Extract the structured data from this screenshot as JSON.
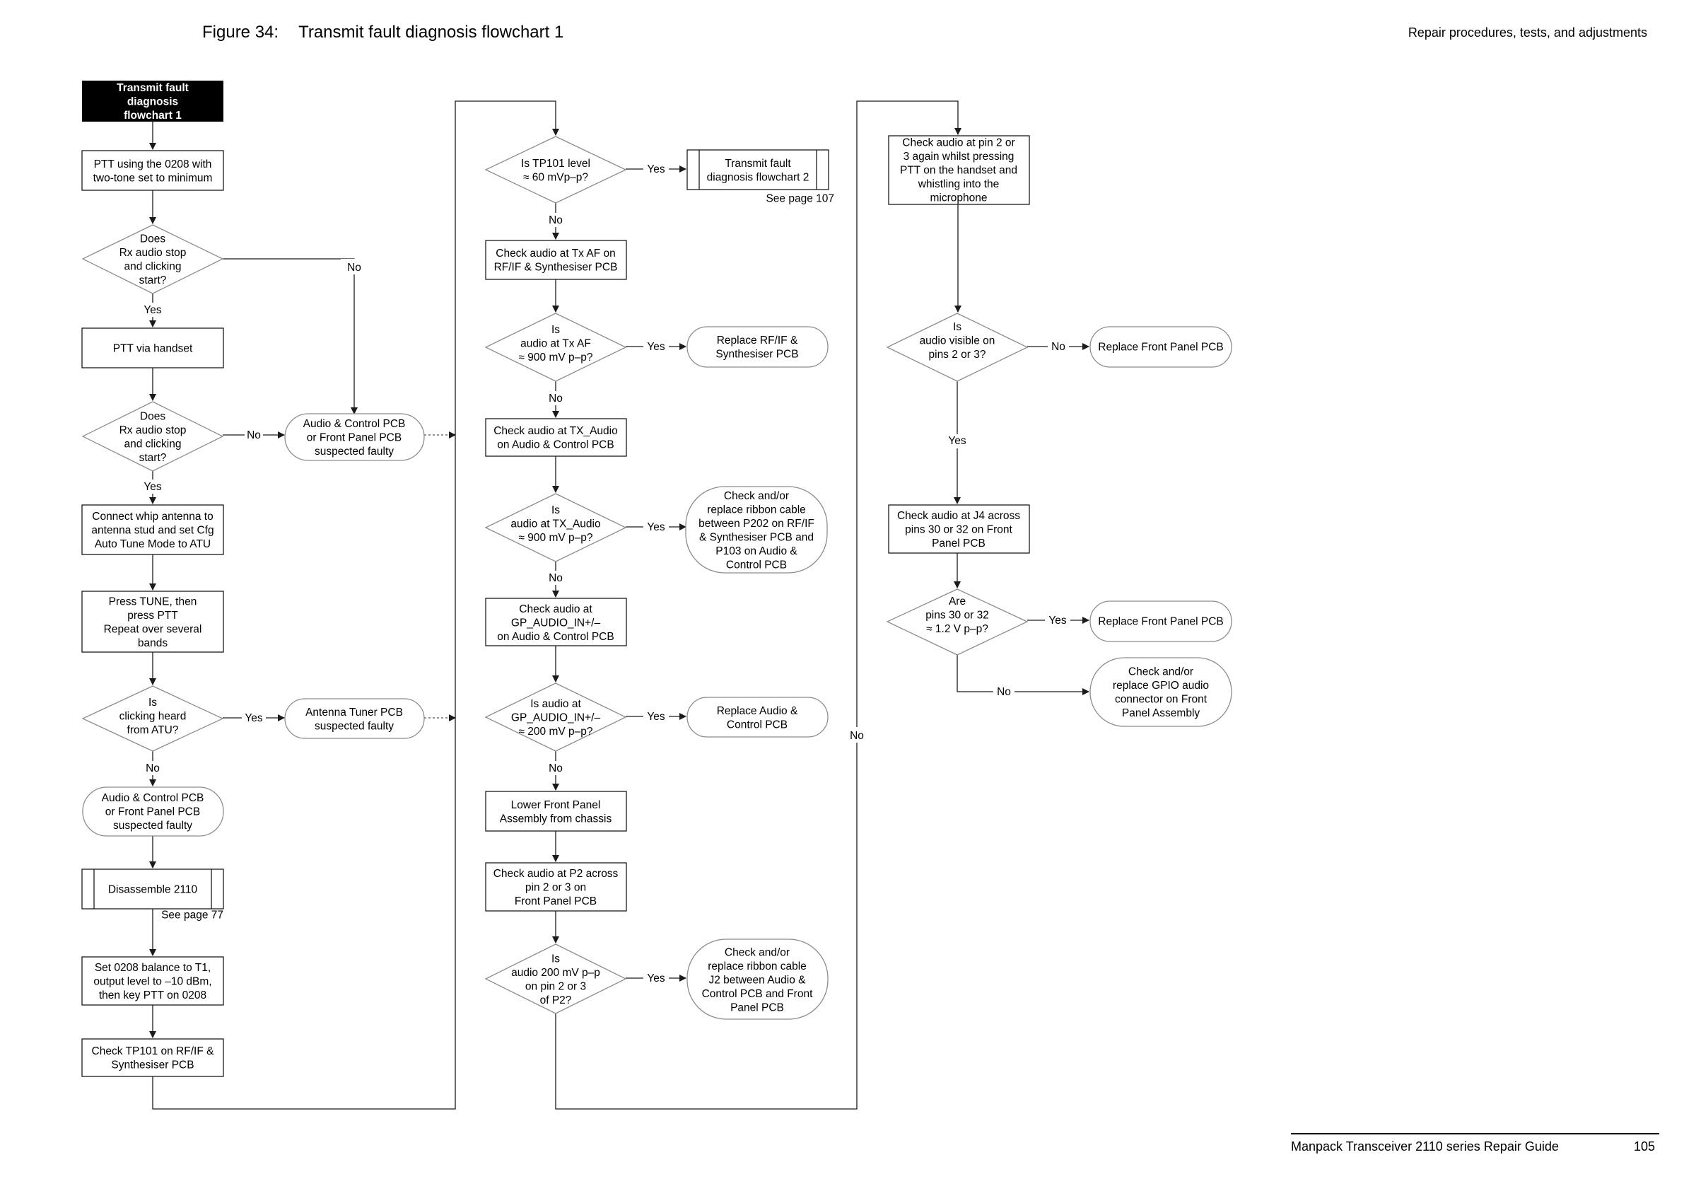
{
  "header": {
    "figure_number": "Figure 34:",
    "figure_title": "Transmit fault diagnosis flowchart 1",
    "section": "Repair procedures, tests, and adjustments"
  },
  "footer": {
    "guide_title": "Manpack Transceiver 2110 series Repair Guide",
    "page_number": "105"
  },
  "flowchart": {
    "nodes": {
      "start": [
        "Transmit fault",
        "diagnosis",
        "flowchart 1"
      ],
      "ptt_0208": [
        "PTT using the 0208 with",
        "two-tone set to minimum"
      ],
      "dec_rx_stop_1": [
        "Does",
        "Rx audio stop",
        "and clicking",
        "start?"
      ],
      "ptt_handset": [
        "PTT via handset"
      ],
      "dec_rx_stop_2": [
        "Does",
        "Rx audio stop",
        "and clicking",
        "start?"
      ],
      "audio_ctrl_faulty_1": [
        "Audio & Control PCB",
        "or Front Panel PCB",
        "suspected faulty"
      ],
      "connect_whip": [
        "Connect whip antenna to",
        "antenna stud and set Cfg",
        "Auto Tune Mode to |ATU|"
      ],
      "press_tune": [
        "Press |TUNE|, then",
        "press PTT",
        "Repeat over several",
        "bands"
      ],
      "dec_clicking": [
        "Is",
        "clicking heard",
        "from ATU?"
      ],
      "antenna_tuner_faulty": [
        "Antenna Tuner PCB",
        "suspected faulty"
      ],
      "audio_ctrl_faulty_2": [
        "Audio & Control PCB",
        "or Front Panel PCB",
        "suspected faulty"
      ],
      "disassemble": [
        "Disassemble 2110"
      ],
      "see_page_77": [
        "See |page 77|"
      ],
      "set_0208": [
        "Set 0208 balance to T1,",
        "output level to –10 dBm,",
        "then key PTT on 0208"
      ],
      "check_tp101": [
        "Check |TP101| on RF/IF &",
        "Synthesiser  PCB"
      ],
      "dec_tp101": [
        "Is |TP101| level",
        "≈ 60 mVp–p?"
      ],
      "flowchart_2": [
        "Transmit fault",
        "diagnosis flowchart 2"
      ],
      "see_page_107": [
        "See |page 107|"
      ],
      "check_tx_af": [
        "Check audio at |Tx AF| on",
        "RF/IF & Synthesiser PCB"
      ],
      "dec_tx_af": [
        "Is",
        "audio at |Tx AF|",
        "≈ 900 mV p–p?"
      ],
      "replace_rfif": [
        "Replace RF/IF &",
        "Synthesiser PCB"
      ],
      "check_tx_audio": [
        "Check audio at |TX_Audio|",
        "on Audio & Control PCB"
      ],
      "dec_tx_audio": [
        "Is",
        "audio at |TX_Audio|",
        "≈ 900 mV p–p?"
      ],
      "ribbon_p202": [
        "Check and/or",
        "replace ribbon cable",
        "between P202 on RF/IF",
        "& Synthesiser PCB and",
        "P103 on Audio &",
        "Control PCB"
      ],
      "check_gp_audio": [
        "Check audio at",
        "|GP_AUDIO_IN+/–|",
        "on Audio & Control PCB"
      ],
      "dec_gp_audio": [
        "Is audio at",
        "|GP_AUDIO_IN+/–|",
        "≈ 200 mV p–p?"
      ],
      "replace_audio_ctrl": [
        "Replace Audio &",
        "Control PCB"
      ],
      "lower_front_panel": [
        "Lower Front Panel",
        "Assembly from chassis"
      ],
      "check_p2": [
        "Check audio at P2 across",
        "pin 2 or 3 on",
        "Front Panel PCB"
      ],
      "dec_p2": [
        "Is",
        "audio 200 mV p–p",
        "on pin 2 or 3",
        "of P2?"
      ],
      "ribbon_j2": [
        "Check and/or",
        "replace ribbon cable",
        "J2 between Audio &",
        "Control PCB and Front",
        "Panel PCB"
      ],
      "check_pin23_again": [
        "Check audio at pin 2 or",
        "3 again whilst pressing",
        "PTT on the handset and",
        "whistling into the",
        "microphone"
      ],
      "dec_pins23": [
        "Is",
        "audio visible on",
        "pins 2 or 3?"
      ],
      "replace_front_panel_1": [
        "Replace Front Panel PCB"
      ],
      "check_j4": [
        "Check audio at J4 across",
        "pins 30 or 32 on Front",
        "Panel PCB"
      ],
      "dec_pins3032": [
        "Are",
        "pins 30 or 32",
        "≈ 1.2 V p–p?"
      ],
      "replace_front_panel_2": [
        "Replace Front Panel PCB"
      ],
      "gpio_connector": [
        "Check and/or",
        "replace GPIO audio",
        "connector on Front",
        "Panel Assembly"
      ]
    },
    "edge_labels": {
      "yes": "Yes",
      "no": "No"
    }
  }
}
